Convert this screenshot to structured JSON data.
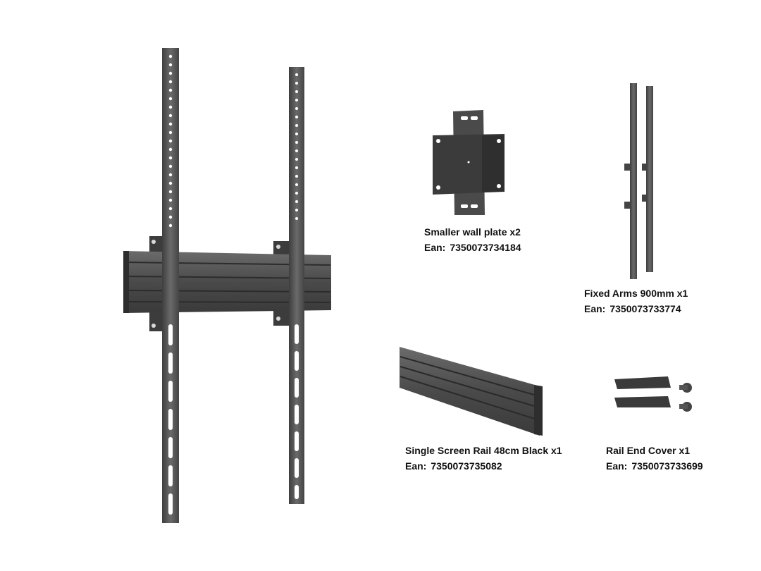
{
  "parts": [
    {
      "id": "wall-plate",
      "name": "Smaller wall plate x2",
      "ean_label": "Ean:",
      "ean": "7350073734184",
      "image": "wall-plate"
    },
    {
      "id": "fixed-arms",
      "name": "Fixed Arms 900mm x1",
      "ean_label": "Ean:",
      "ean": "7350073733774",
      "image": "fixed-arms"
    },
    {
      "id": "screen-rail",
      "name": "Single Screen Rail 48cm Black x1",
      "ean_label": "Ean:",
      "ean": "7350073735082",
      "image": "screen-rail"
    },
    {
      "id": "rail-end-cover",
      "name": "Rail End Cover x1",
      "ean_label": "Ean:",
      "ean": "7350073733699",
      "image": "rail-end-cover"
    }
  ],
  "colors": {
    "metal_dark": "#3d3d3d",
    "metal_mid": "#5a5a5a",
    "metal_light": "#7a7a7a",
    "hole": "#ffffff",
    "text": "#111111"
  }
}
